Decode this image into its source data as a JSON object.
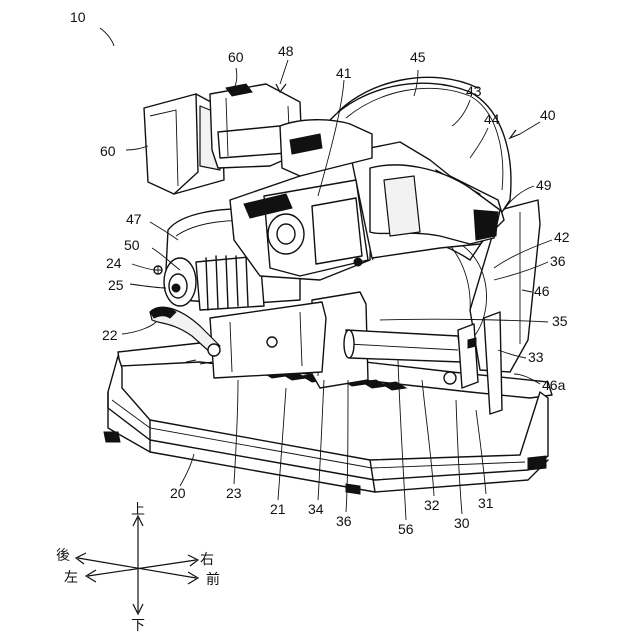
{
  "figure": {
    "device_label": "10",
    "labels": {
      "n60a": "60",
      "n48": "48",
      "n45": "45",
      "n41": "41",
      "n43": "43",
      "n44": "44",
      "n40": "40",
      "n60b": "60",
      "n49": "49",
      "n47": "47",
      "n42": "42",
      "n50": "50",
      "n36a": "36",
      "n24": "24",
      "n25": "25",
      "n46": "46",
      "n35": "35",
      "n22": "22",
      "n33": "33",
      "n46a": "46a",
      "n20": "20",
      "n23": "23",
      "n21": "21",
      "n34": "34",
      "n36b": "36",
      "n56": "56",
      "n32": "32",
      "n30": "30",
      "n31": "31"
    },
    "directions": {
      "up": "上",
      "down": "下",
      "rear": "後",
      "left": "左",
      "right": "右",
      "front": "前"
    }
  }
}
